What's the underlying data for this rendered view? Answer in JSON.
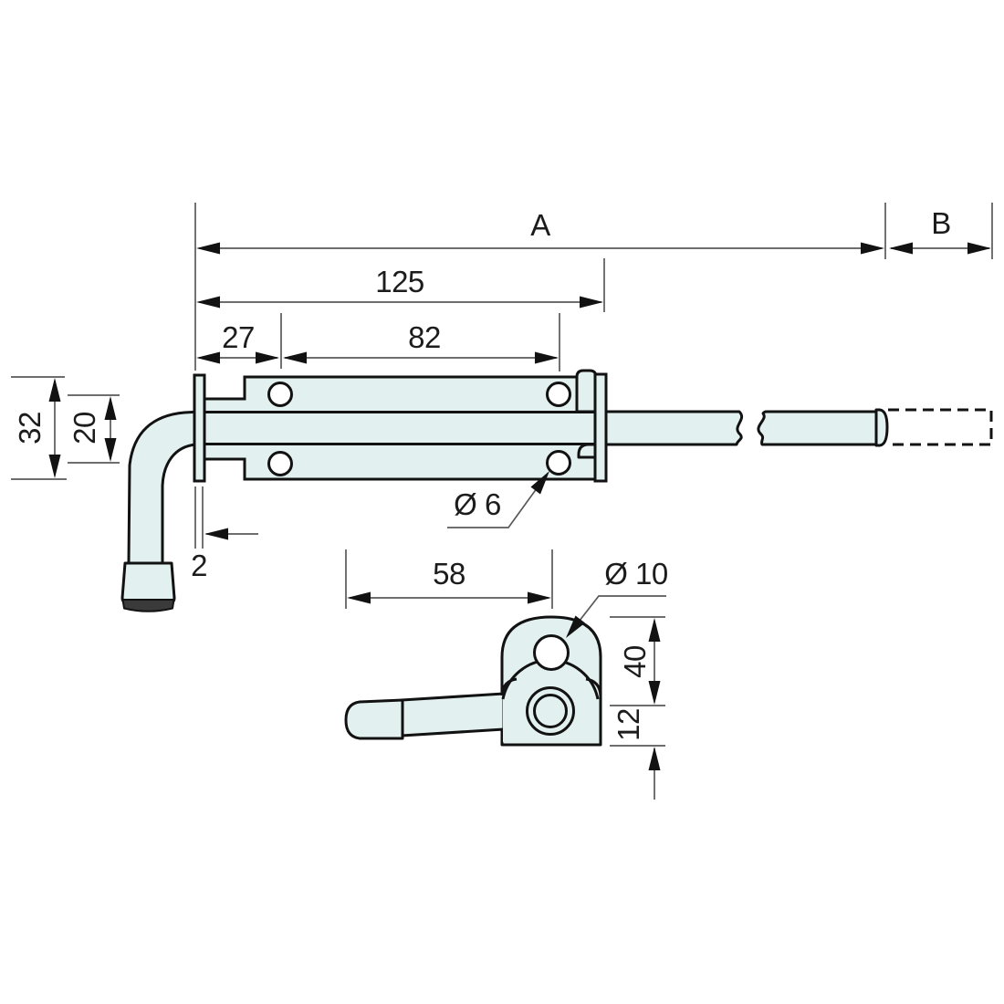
{
  "drawing": {
    "kind": "technical-dimension-drawing",
    "subject": "padbolt latch with keeper, side view and end view"
  },
  "colors": {
    "background": "#ffffff",
    "part_fill": "#e2f1ef",
    "part_outline": "#121212",
    "dimension_line": "#5a5a5a",
    "dimension_text": "#1c1c1c",
    "grip_end": "#3a3a3a",
    "hole_fill": "#ffffff"
  },
  "labels": {
    "dim_a": "A",
    "dim_b": "B",
    "dim_125": "125",
    "dim_27": "27",
    "dim_82": "82",
    "dim_32": "32",
    "dim_20": "20",
    "dim_2": "2",
    "dim_hole_6": "Ø 6",
    "dim_58": "58",
    "dim_hole_10": "Ø 10",
    "dim_40": "40",
    "dim_12": "12"
  }
}
